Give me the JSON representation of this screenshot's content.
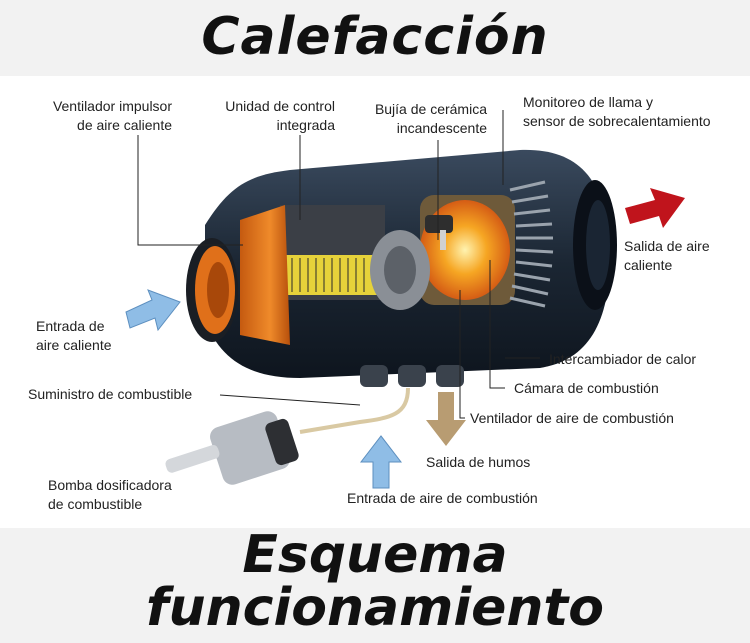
{
  "titles": {
    "top": "Calefacción",
    "bottom_line1": "Esquema",
    "bottom_line2": "funcionamiento"
  },
  "labels": {
    "hot_air_fan": [
      "Ventilador impulsor",
      "de aire caliente"
    ],
    "control_unit": [
      "Unidad de control",
      "integrada"
    ],
    "glow_plug": [
      "Bujía de cerámica",
      "incandescente"
    ],
    "flame_monitor": [
      "Monitoreo de llama y",
      "sensor de sobrecalentamiento"
    ],
    "hot_air_out": [
      "Salida de aire",
      "caliente"
    ],
    "hot_air_in": [
      "Entrada de",
      "aire caliente"
    ],
    "heat_exchanger": "Intercambiador de calor",
    "combustion_chamber": "Cámara de combustión",
    "combustion_fan": "Ventilador de aire de combustión",
    "fuel_supply": "Suministro de combustible",
    "exhaust_out": "Salida de humos",
    "fuel_pump": [
      "Bomba dosificadora",
      "de combustible"
    ],
    "combustion_air_in": "Entrada de aire de combustión"
  },
  "colors": {
    "hot_out_arrow": "#c0141c",
    "cold_in_arrow": "#8fbde6",
    "exhaust_arrow": "#b89c72",
    "fan_orange": "#e8761e",
    "housing": "#1d2a3a",
    "flame": "#f4a21c"
  }
}
